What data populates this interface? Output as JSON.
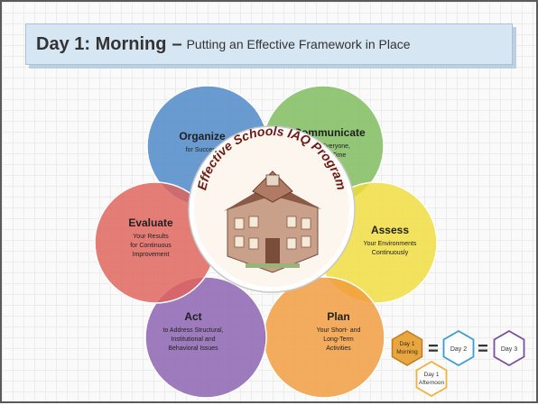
{
  "title": {
    "main": "Day 1: Morning",
    "dash": "–",
    "sub": "Putting an Effective Framework in Place"
  },
  "center": {
    "label": "Effective Schools IAQ Program",
    "building": "school-building-illustration"
  },
  "petals": [
    {
      "key": "organize",
      "title": "Organize",
      "lines": [
        "for Success"
      ],
      "color": "#4a86c7"
    },
    {
      "key": "communicate",
      "title": "Communicate",
      "lines": [
        "with Everyone,",
        "All the Time"
      ],
      "color": "#7dbb5a"
    },
    {
      "key": "assess",
      "title": "Assess",
      "lines": [
        "Your Environments",
        "Continuously"
      ],
      "color": "#f2dd3a"
    },
    {
      "key": "plan",
      "title": "Plan",
      "lines": [
        "Your Short- and",
        "Long-Term",
        "Activities"
      ],
      "color": "#f19a3a"
    },
    {
      "key": "act",
      "title": "Act",
      "lines": [
        "to Address Structural,",
        "Institutional and",
        "Behavioral Issues"
      ],
      "color": "#8a5fb0"
    },
    {
      "key": "evaluate",
      "title": "Evaluate",
      "lines": [
        "Your Results",
        "for Continuous",
        "Improvement"
      ],
      "color": "#e0615a"
    }
  ],
  "days": {
    "day1_morning": {
      "lines": [
        "Day 1",
        "Morning"
      ],
      "color": "#e8a640"
    },
    "equals": "=",
    "day2": {
      "label": "Day 2",
      "color": "#3d9bd4"
    },
    "day3": {
      "label": "Day 3",
      "color": "#7b4ea3"
    },
    "day1_afternoon": {
      "lines": [
        "Day 1",
        "Afternoon"
      ],
      "color": "#f0b03c"
    }
  }
}
